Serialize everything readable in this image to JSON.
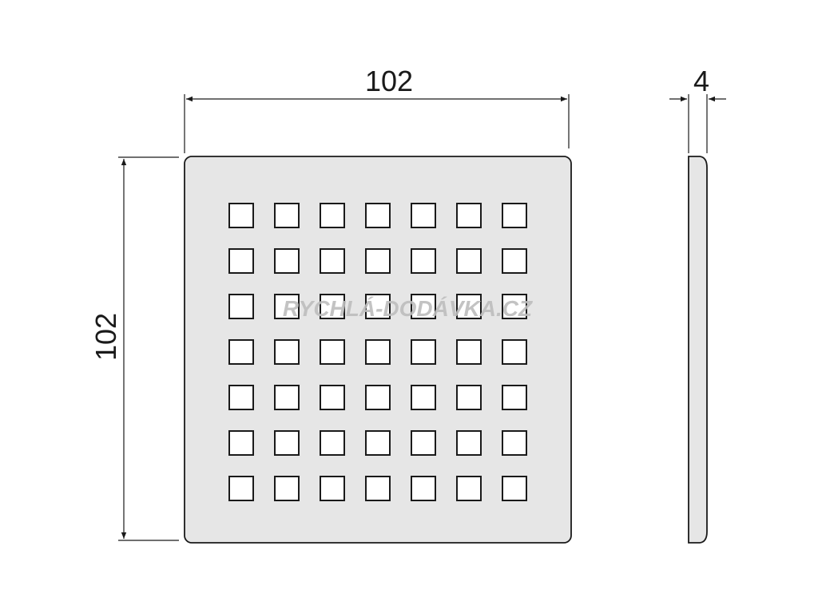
{
  "drawing": {
    "plate_width_label": "102",
    "plate_height_label": "102",
    "thickness_label": "4",
    "hole_grid": {
      "rows": 7,
      "cols": 7
    }
  },
  "watermark": {
    "text": "RYCHLÁ-DODÁVKA.CZ"
  },
  "colors": {
    "plate_fill": "#e6e6e6",
    "outline": "#1a1a1a",
    "hole_fill": "#ffffff",
    "watermark": "#bdbdbd"
  }
}
